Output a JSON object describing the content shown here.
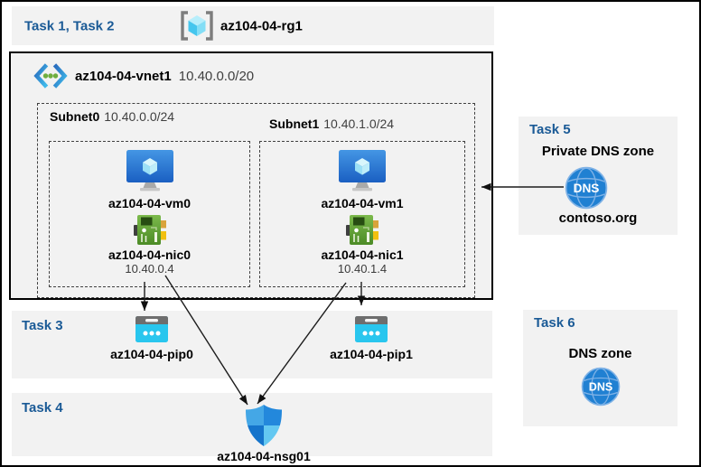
{
  "header": {
    "task_label": "Task 1, Task 2",
    "resource_group": "az104-04-rg1"
  },
  "vnet": {
    "name": "az104-04-vnet1",
    "cidr": "10.40.0.0/20"
  },
  "subnets": [
    {
      "name": "Subnet0",
      "cidr": "10.40.0.0/24",
      "vm": "az104-04-vm0",
      "nic": "az104-04-nic0",
      "ip": "10.40.0.4"
    },
    {
      "name": "Subnet1",
      "cidr": "10.40.1.0/24",
      "vm": "az104-04-vm1",
      "nic": "az104-04-nic1",
      "ip": "10.40.1.4"
    }
  ],
  "task3": {
    "label": "Task 3",
    "pip0": "az104-04-pip0",
    "pip1": "az104-04-pip1"
  },
  "task4": {
    "label": "Task 4",
    "nsg": "az104-04-nsg01"
  },
  "task5": {
    "label": "Task 5",
    "title": "Private DNS zone",
    "zone": "contoso.org"
  },
  "task6": {
    "label": "Task 6",
    "title": "DNS zone"
  },
  "icons": {
    "dns_label": "DNS"
  },
  "colors": {
    "panel_bg": "#f2f2f2",
    "task_label_blue": "#1a5a96",
    "vm_blue": "#1f66c9",
    "nic_green": "#63a839",
    "pip_cyan": "#29c6ee",
    "shield_blue": "#2388dc",
    "dns_blue": "#2080d2",
    "border_black": "#000000"
  }
}
